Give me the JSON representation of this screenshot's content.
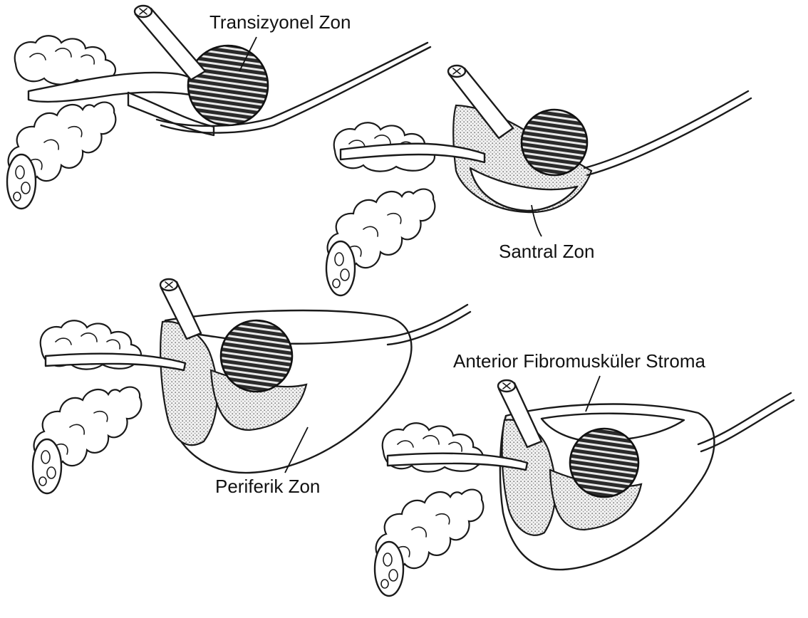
{
  "labels": {
    "transitional": "Transizyonel Zon",
    "central": "Santral Zon",
    "peripheral": "Periferik Zon",
    "stroma": "Anterior Fibromusküler Stroma"
  },
  "colors": {
    "ink": "#1a1a1a",
    "background": "#ffffff",
    "hatch": "#2a2a2a",
    "stipple": "#9a9a9a"
  }
}
